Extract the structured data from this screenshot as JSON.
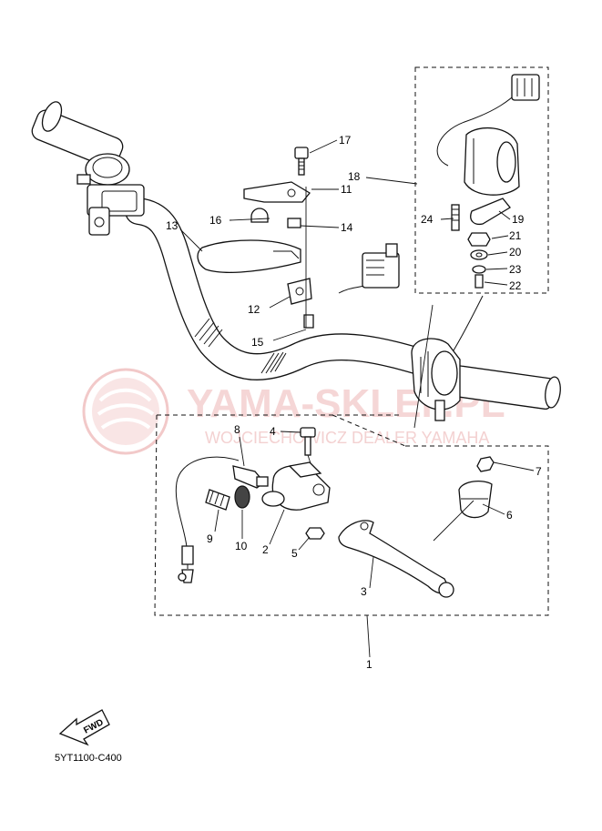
{
  "diagram": {
    "callouts": [
      {
        "id": "c1",
        "text": "1"
      },
      {
        "id": "c2",
        "text": "2"
      },
      {
        "id": "c3",
        "text": "3"
      },
      {
        "id": "c4",
        "text": "4"
      },
      {
        "id": "c5",
        "text": "5"
      },
      {
        "id": "c6",
        "text": "6"
      },
      {
        "id": "c7",
        "text": "7"
      },
      {
        "id": "c8",
        "text": "8"
      },
      {
        "id": "c9",
        "text": "9"
      },
      {
        "id": "c10",
        "text": "10"
      },
      {
        "id": "c11",
        "text": "11"
      },
      {
        "id": "c12",
        "text": "12"
      },
      {
        "id": "c13",
        "text": "13"
      },
      {
        "id": "c14",
        "text": "14"
      },
      {
        "id": "c15",
        "text": "15"
      },
      {
        "id": "c16",
        "text": "16"
      },
      {
        "id": "c17",
        "text": "17"
      },
      {
        "id": "c18",
        "text": "18"
      },
      {
        "id": "c19",
        "text": "19"
      },
      {
        "id": "c20",
        "text": "20"
      },
      {
        "id": "c21",
        "text": "21"
      },
      {
        "id": "c22",
        "text": "22"
      },
      {
        "id": "c23",
        "text": "23"
      },
      {
        "id": "c24",
        "text": "24"
      }
    ],
    "direction_label": "FWD",
    "drawing_code": "5YT1100-C400"
  },
  "watermark": {
    "brand": "YAMA-SKLEP.PL",
    "tagline": "WOJCIECHOWICZ DEALER YAMAHA",
    "color": "#f2c9c9"
  }
}
